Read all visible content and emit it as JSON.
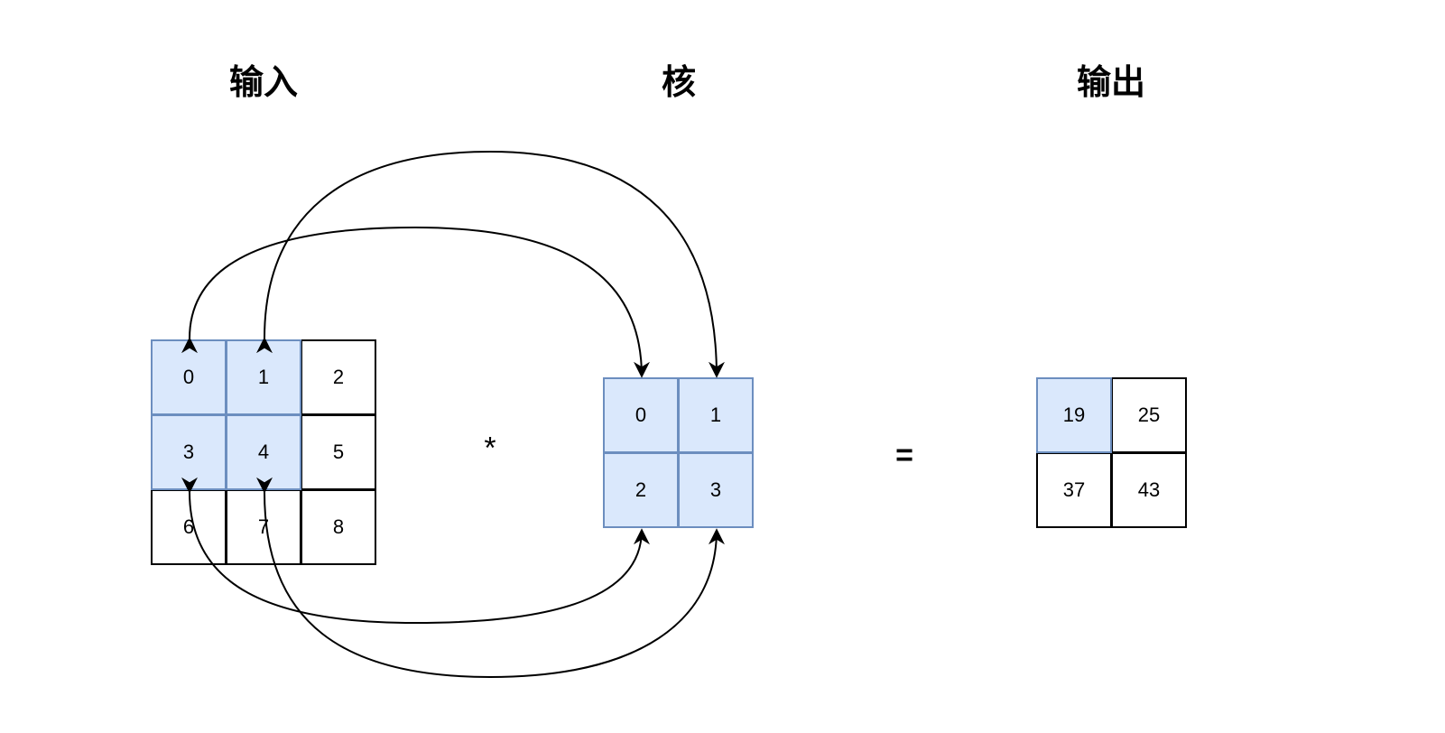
{
  "headings": {
    "input": "输入",
    "kernel": "核",
    "output": "输出"
  },
  "operators": {
    "multiply": "*",
    "equals": "="
  },
  "input_grid": {
    "cells": [
      "0",
      "1",
      "2",
      "3",
      "4",
      "5",
      "6",
      "7",
      "8"
    ],
    "highlighted": [
      0,
      1,
      3,
      4
    ]
  },
  "kernel_grid": {
    "cells": [
      "0",
      "1",
      "2",
      "3"
    ],
    "highlighted": [
      0,
      1,
      2,
      3
    ]
  },
  "output_grid": {
    "cells": [
      "19",
      "25",
      "37",
      "43"
    ],
    "highlighted": [
      0
    ]
  },
  "colors": {
    "highlight_fill": "#dae8fc",
    "highlight_border": "#6c8ebf",
    "line": "#000000"
  }
}
